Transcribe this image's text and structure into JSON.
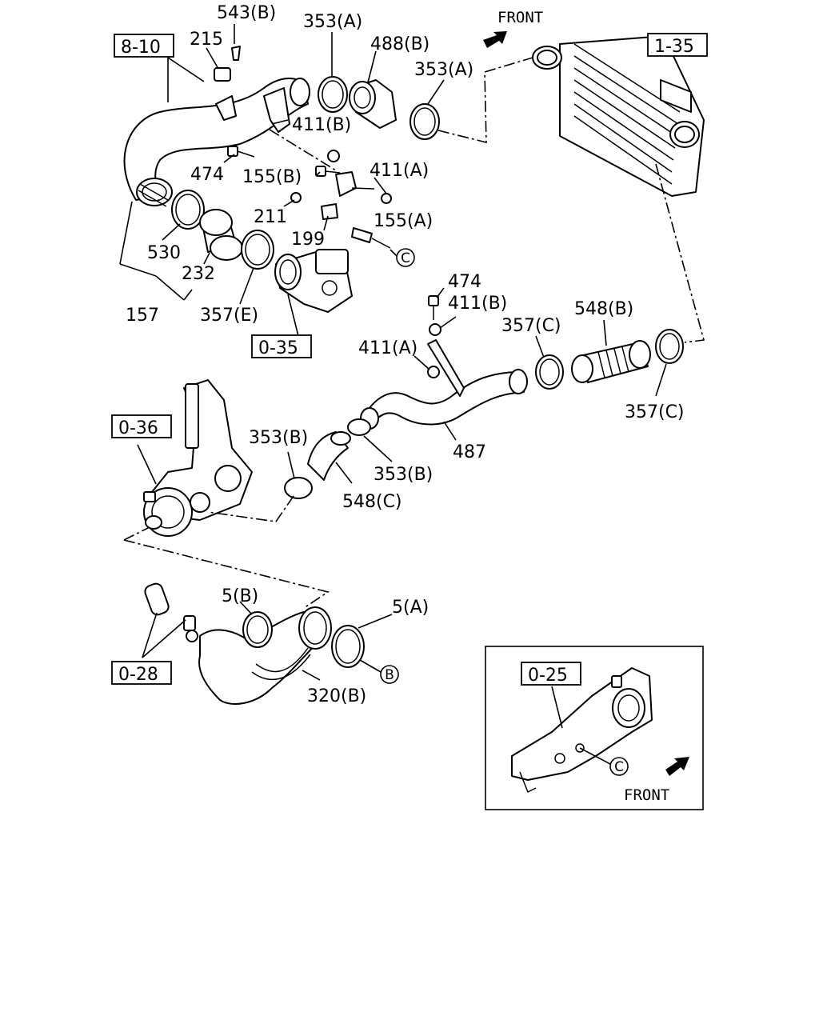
{
  "parts": {
    "p543b": "543(B)",
    "p215": "215",
    "p353a_1": "353(A)",
    "p488b": "488(B)",
    "p353a_2": "353(A)",
    "p411b_1": "411(B)",
    "p474_1": "474",
    "p155b": "155(B)",
    "p411a_1": "411(A)",
    "p211": "211",
    "p155a": "155(A)",
    "p199": "199",
    "p530": "530",
    "p232": "232",
    "p157": "157",
    "p357e": "357(E)",
    "p474_2": "474",
    "p411b_2": "411(B)",
    "p548b": "548(B)",
    "p357c_1": "357(C)",
    "p411a_2": "411(A)",
    "p357c_2": "357(C)",
    "p353b_1": "353(B)",
    "p487": "487",
    "p353b_2": "353(B)",
    "p548c": "548(C)",
    "p5b": "5(B)",
    "p5a": "5(A)",
    "p320b": "320(B)"
  },
  "refs": {
    "r8_10": "8-10",
    "r1_35": "1-35",
    "r0_35": "0-35",
    "r0_36": "0-36",
    "r0_28": "0-28",
    "r0_25": "0-25"
  },
  "callouts": {
    "c_top": "C",
    "c_inset": "C",
    "b_main": "B"
  },
  "front": {
    "top": "FRONT",
    "inset": "FRONT"
  }
}
